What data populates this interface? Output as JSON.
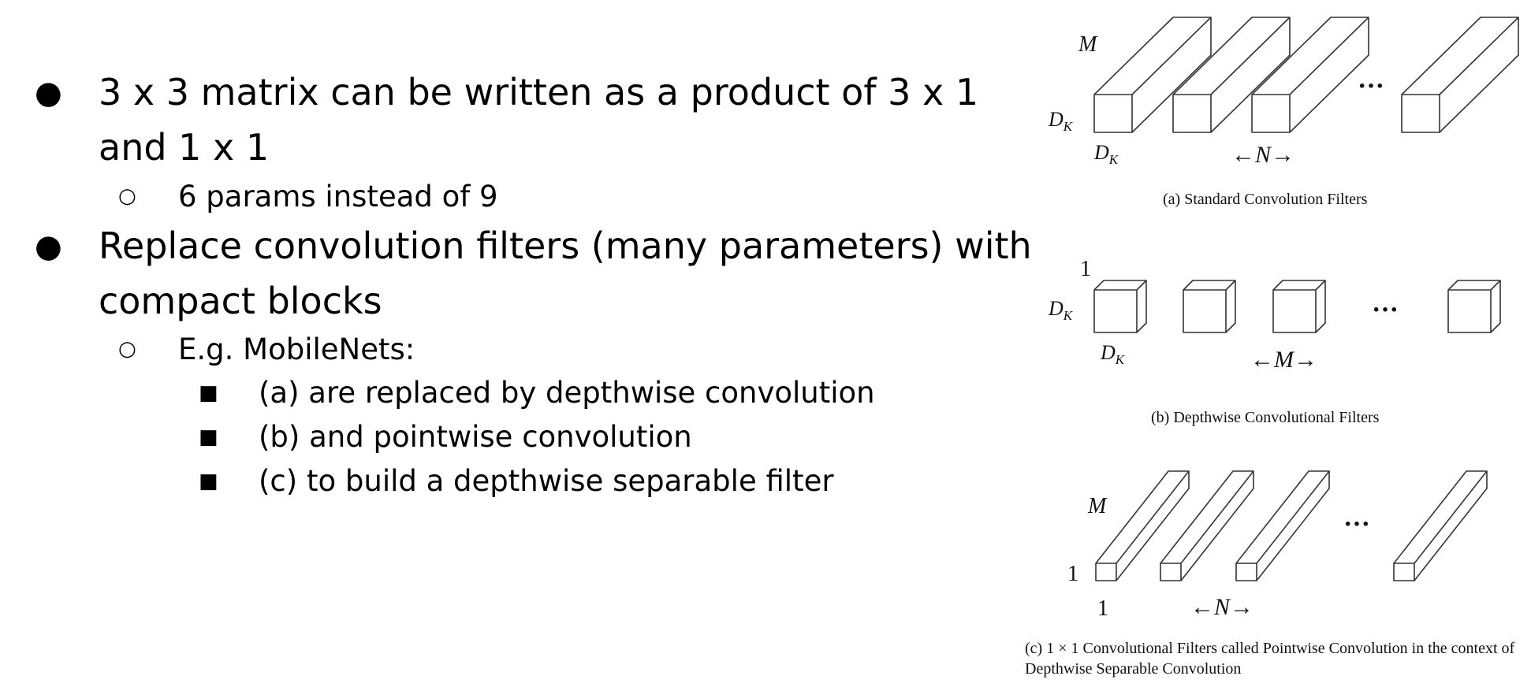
{
  "bullets": [
    {
      "marker": "●",
      "text": "3 x 3 matrix can be written as a product of 3 x 1"
    },
    {
      "text": "and 1 x 1"
    },
    {
      "marker": "○",
      "text": "6 params instead of 9"
    },
    {
      "marker": "●",
      "text": "Replace convolution filters (many parameters) with"
    },
    {
      "text": "compact blocks"
    },
    {
      "marker": "○",
      "text": "E.g. MobileNets:"
    },
    {
      "marker": "■",
      "text": "(a) are replaced by depthwise convolution"
    },
    {
      "marker": "■",
      "text": "(b) and pointwise convolution"
    },
    {
      "marker": "■",
      "text": "(c) to build a depthwise separable filter"
    }
  ],
  "figure": {
    "a": {
      "caption": "(a)  Standard Convolution Filters",
      "depth_label": "M",
      "height_label": "D",
      "height_sub": "K",
      "width_label": "D",
      "width_sub": "K",
      "count_label": "←N→",
      "ellipsis": "···"
    },
    "b": {
      "caption": "(b)  Depthwise Convolutional Filters",
      "depth_label": "1",
      "height_label": "D",
      "height_sub": "K",
      "width_label": "D",
      "width_sub": "K",
      "count_label": "←M→",
      "ellipsis": "···"
    },
    "c": {
      "caption": "(c)  1 × 1 Convolutional Filters called Pointwise Convolution in the context of Depthwise Separable Convolution",
      "depth_label": "M",
      "height_label": "1",
      "width_label": "1",
      "count_label": "←N→",
      "ellipsis": "···"
    }
  }
}
